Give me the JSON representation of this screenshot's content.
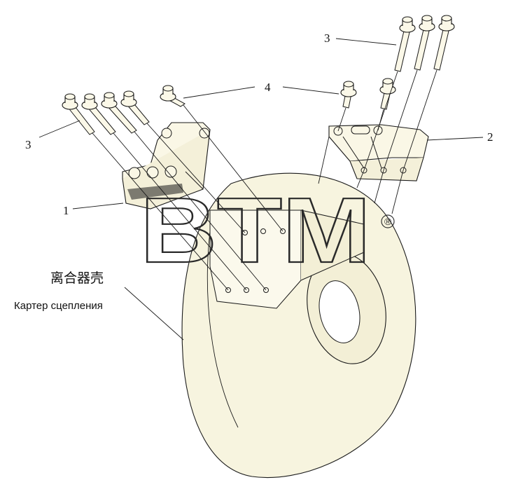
{
  "labels": {
    "part1": "1",
    "part2": "2",
    "part3_left": "3",
    "part3_right": "3",
    "part4": "4"
  },
  "housing": {
    "name_cn": "离合器壳",
    "name_ru": "Картер сцепления"
  },
  "watermark": {
    "text": "BTM",
    "mark": "®"
  },
  "colors": {
    "part_fill": "#faf7e6",
    "housing_fill": "#f7f4df",
    "stroke": "#1a1a1a"
  }
}
